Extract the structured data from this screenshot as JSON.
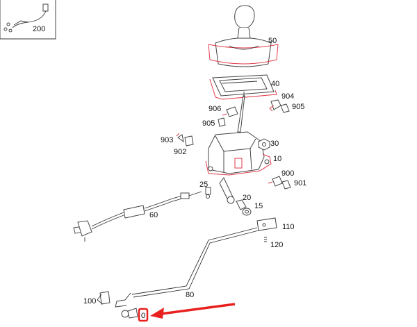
{
  "diagram": {
    "accent_color": "#e8201e",
    "part_red_color": "#e03a4a",
    "labels": {
      "l200": "200",
      "l50": "50",
      "l40": "40",
      "l904": "904",
      "l905a": "905",
      "l906": "906",
      "l905b": "905",
      "l903": "903",
      "l902": "902",
      "l30": "30",
      "l10": "10",
      "l900": "900",
      "l901": "901",
      "l25": "25",
      "l20": "20",
      "l15": "15",
      "l60": "60",
      "l110": "110",
      "l120": "120",
      "l80": "80",
      "l100": "100",
      "l0": "0"
    }
  }
}
